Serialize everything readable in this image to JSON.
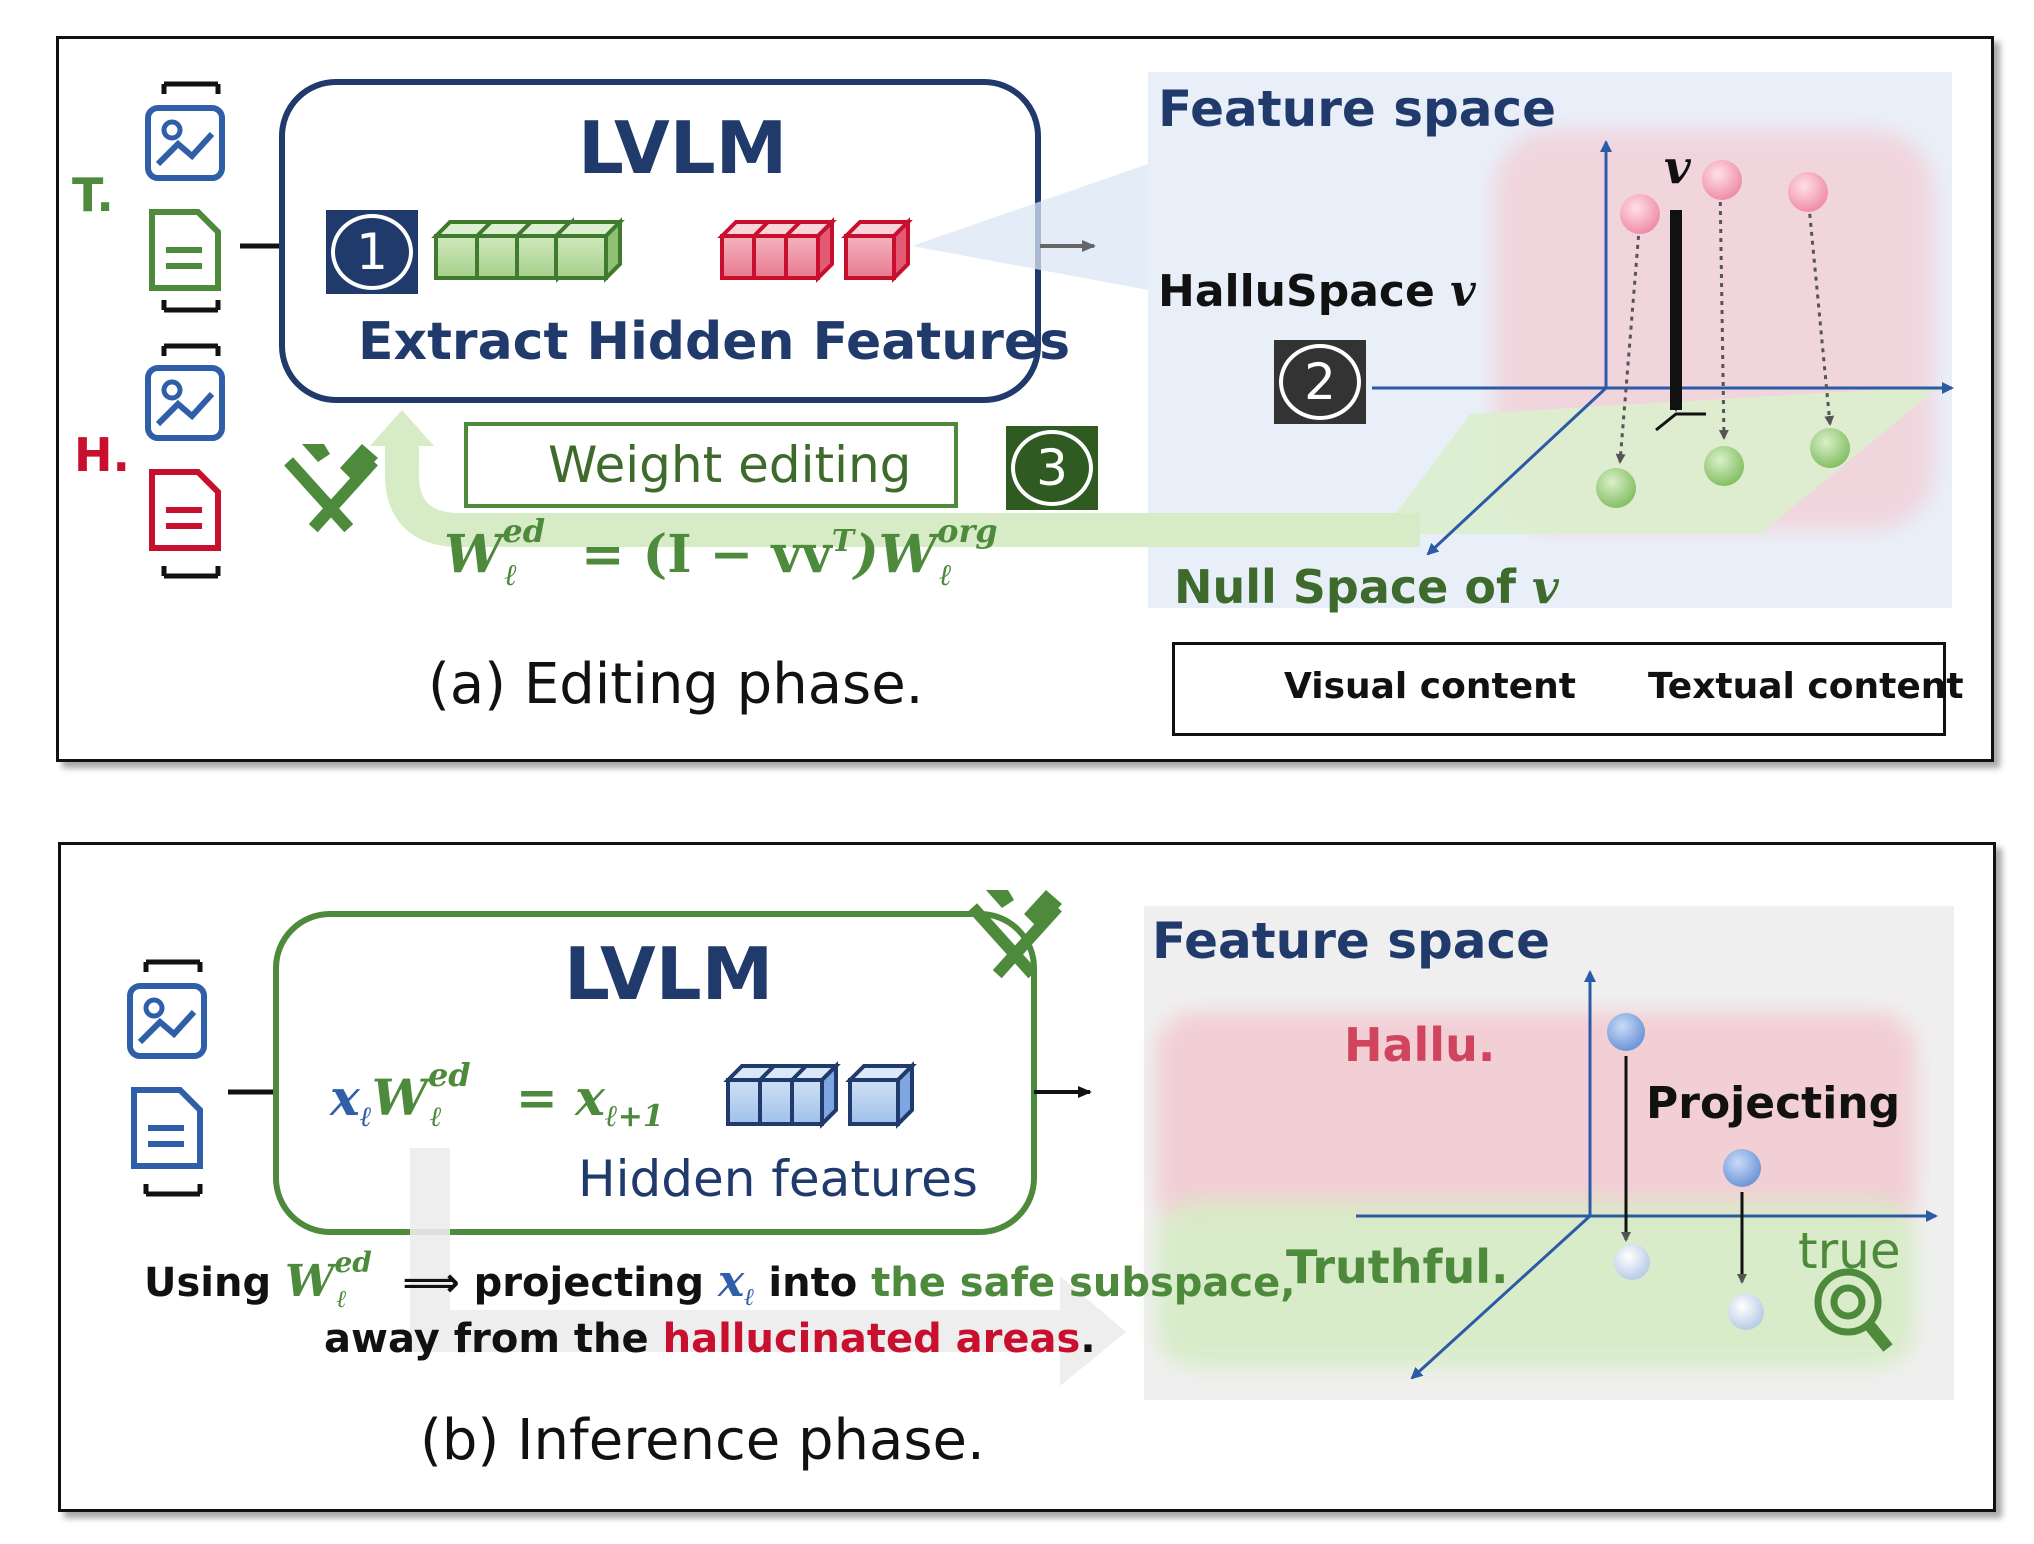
{
  "panel_a": {
    "caption": "(a) Editing phase.",
    "lvlm_title": "LVLM",
    "extract_label": "Extract Hidden Features",
    "feature_space_title": "Feature space",
    "halluspace_label": "HalluSpace",
    "v_symbol": "v",
    "null_space_label": "Null Space of",
    "weight_editing_label": "Weight editing",
    "formula_lhs": "W",
    "formula_lhs_sup": "ed",
    "formula_lhs_sub": "ℓ",
    "formula_eq": "= (I − vv",
    "formula_T": "T",
    "formula_rhs": ")W",
    "formula_rhs_sup": "org",
    "formula_rhs_sub": "ℓ",
    "label_truthful": "T.",
    "label_hallu": "H.",
    "step1": "1",
    "step2": "2",
    "step3": "3",
    "legend_visual": "Visual content",
    "legend_textual": "Textual content"
  },
  "panel_b": {
    "caption": "(b) Inference phase.",
    "lvlm_title": "LVLM",
    "equation_x": "x",
    "equation_x_sub": "ℓ",
    "equation_W": "W",
    "equation_W_sup": "ed",
    "equation_W_sub": "ℓ",
    "equation_eq": "= x",
    "equation_rhs_sub": "ℓ+1",
    "hidden_features_label": "Hidden features",
    "feature_space_title": "Feature space",
    "hallu_label": "Hallu.",
    "truthful_label": "Truthful.",
    "projecting_label": "Projecting",
    "true_label": "true",
    "using_line": {
      "using": "Using",
      "W": "W",
      "W_sup": "ed",
      "W_sub": "ℓ",
      "arrow": "⟹ projecting",
      "x": "x",
      "x_sub": "ℓ",
      "into": "into",
      "safe": "the safe subspace,"
    },
    "away_line": {
      "away": "away from the",
      "hallu_areas": "hallucinated areas",
      "period": "."
    }
  },
  "colors": {
    "navy": "#1f3a6b",
    "green": "#4e8a3b",
    "red": "#c8102e",
    "pink_dot": "#f2a1b5",
    "green_dot": "#9ccc7e",
    "blue_dot": "#7ea6e0",
    "axis": "#2b5aa6"
  },
  "icons": [
    "image-icon",
    "document-icon",
    "hammer-pick-icon",
    "magnifier-check-icon"
  ]
}
